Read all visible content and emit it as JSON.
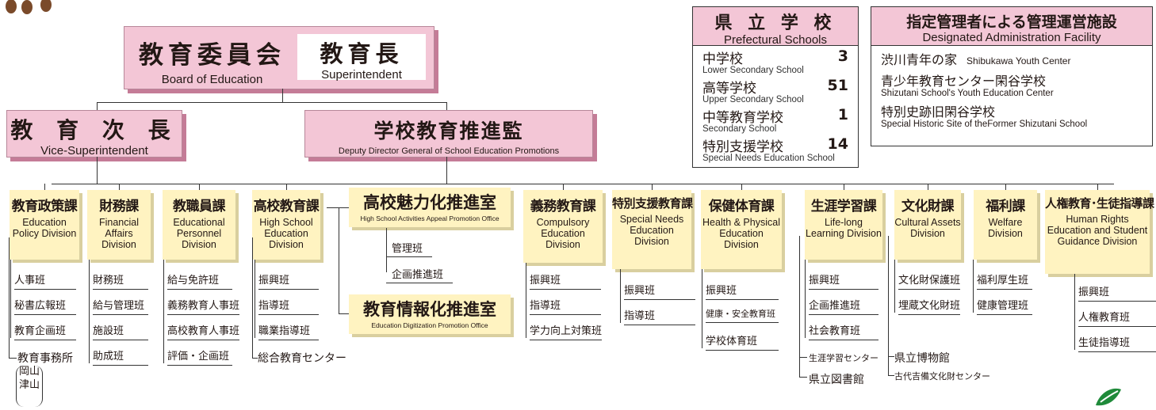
{
  "board": {
    "jp": "教育委員会",
    "en": "Board of Education"
  },
  "superintendent": {
    "jp": "教育長",
    "en": "Superintendent"
  },
  "vice": {
    "jp": "教 育 次 長",
    "en": "Vice-Superintendent"
  },
  "deputy": {
    "jp": "学校教育推進監",
    "en": "Deputy Director General of School Education Promotions"
  },
  "schools": {
    "title_jp": "県 立 学 校",
    "title_en": "Prefectural Schools",
    "rows": [
      {
        "jp": "中学校",
        "count": "3",
        "en": "Lower Secondary School"
      },
      {
        "jp": "高等学校",
        "count": "51",
        "en": "Upper Secondary School"
      },
      {
        "jp": "中等教育学校",
        "count": "1",
        "en": "Secondary School"
      },
      {
        "jp": "特別支援学校",
        "count": "14",
        "en": "Special Needs Education School"
      }
    ]
  },
  "facility": {
    "title_jp": "指定管理者による管理運営施設",
    "title_en": "Designated Administration Facility",
    "items": [
      {
        "jp": "渋川青年の家",
        "en": "Shibukawa Youth Center"
      },
      {
        "jp": "青少年教育センター閑谷学校",
        "en": "Shizutani School's Youth Education Center"
      },
      {
        "jp": "特別史跡旧閑谷学校",
        "en": "Special Historic Site of theFormer Shizutani School"
      }
    ]
  },
  "divisions": [
    {
      "jp": "教育政策課",
      "en": "Education Policy Division",
      "subs": [
        "人事班",
        "秘書広報班",
        "教育企画班"
      ]
    },
    {
      "jp": "財務課",
      "en": "Financial Affairs Division",
      "subs": [
        "財務班",
        "給与管理班",
        "施設班",
        "助成班"
      ]
    },
    {
      "jp": "教職員課",
      "en": "Educational Personnel Division",
      "subs": [
        "給与免許班",
        "義務教育人事班",
        "高校教育人事班",
        "評価・企画班"
      ]
    },
    {
      "jp": "高校教育課",
      "en": "High School Education Division",
      "subs": [
        "振興班",
        "指導班",
        "職業指導班"
      ]
    },
    {
      "jp": "義務教育課",
      "en": "Compulsory Education Division",
      "subs": [
        "振興班",
        "指導班",
        "学力向上対策班"
      ]
    },
    {
      "jp": "特別支援教育課",
      "en": "Special Needs Education Division",
      "subs": [
        "振興班",
        "指導班"
      ]
    },
    {
      "jp": "保健体育課",
      "en": "Health & Physical Education Division",
      "subs": [
        "振興班",
        "健康・安全教育班",
        "学校体育班"
      ]
    },
    {
      "jp": "生涯学習課",
      "en": "Life-long Learning Division",
      "subs": [
        "振興班",
        "企画推進班",
        "社会教育班"
      ]
    },
    {
      "jp": "文化財課",
      "en": "Cultural Assets Division",
      "subs": [
        "文化財保護班",
        "埋蔵文化財班"
      ]
    },
    {
      "jp": "福利課",
      "en": "Welfare Division",
      "subs": [
        "福利厚生班",
        "健康管理班"
      ]
    },
    {
      "jp": "人権教育･生徒指導課",
      "en": "Human Rights Education and Student Guidance Division",
      "subs": [
        "振興班",
        "人権教育班",
        "生徒指導班"
      ]
    }
  ],
  "offices": [
    {
      "jp": "高校魅力化推進室",
      "en": "High School Activities Appeal Promotion Office",
      "subs": [
        "管理班",
        "企画推進班"
      ]
    },
    {
      "jp": "教育情報化推進室",
      "en": "Education Digitization Promotion Office"
    }
  ],
  "external": {
    "office": "教育事務所",
    "office_places": "岡山\n津山",
    "center": "総合教育センター",
    "lifelong_center": "生涯学習センター",
    "library": "県立図書館",
    "museum": "県立博物館",
    "kibi": "古代吉備文化財センター"
  },
  "colors": {
    "pink": "#f3c6d6",
    "pink_shadow": "#c47c97",
    "yellow": "#fff3c1"
  }
}
